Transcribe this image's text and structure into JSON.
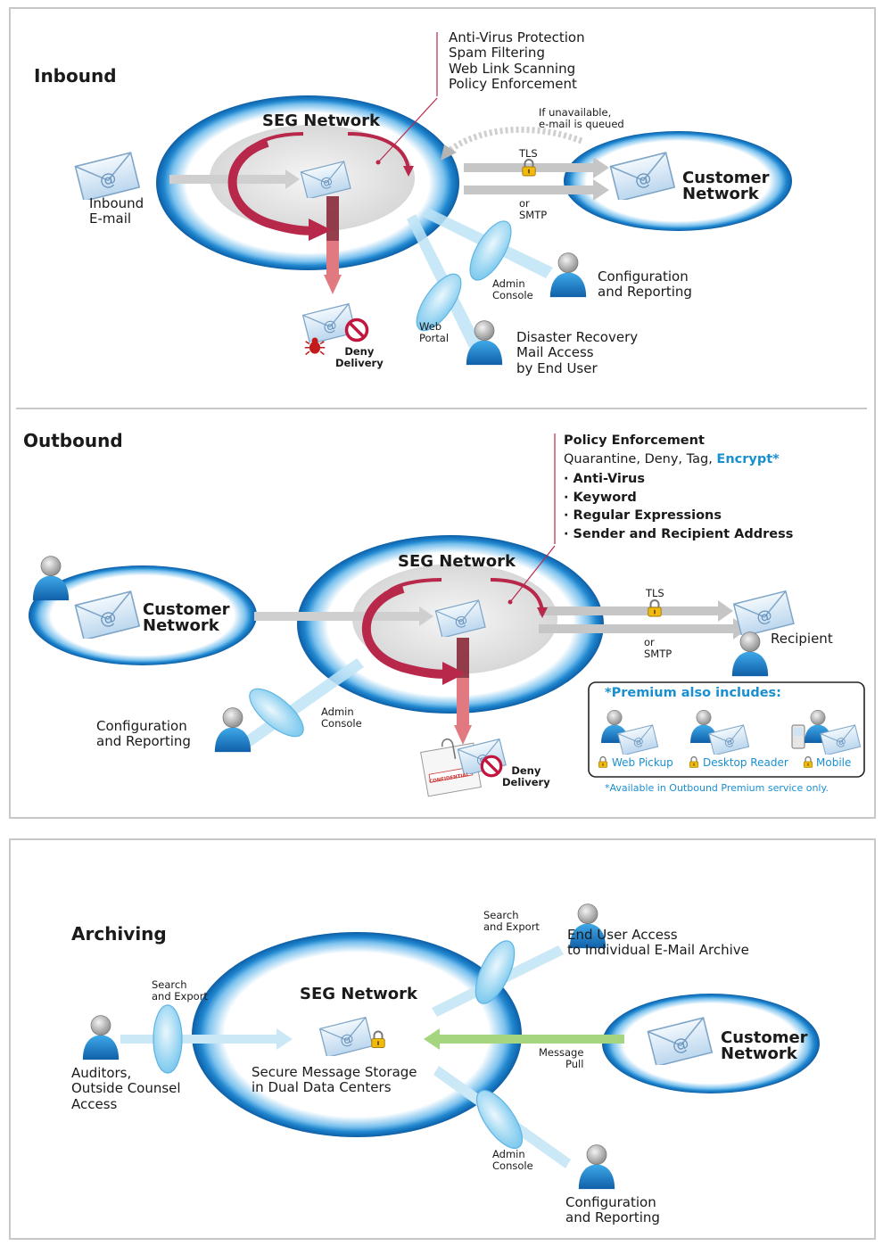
{
  "inbound": {
    "title": "Inbound",
    "network": "SEG Network",
    "features": [
      "Anti-Virus Protection",
      "Spam Filtering",
      "Web Link Scanning",
      "Policy Enforcement"
    ],
    "queued_note": "If unavailable,\ne-mail is queued",
    "tls": "TLS",
    "or_smtp": "or\nSMTP",
    "customer_network": "Customer\nNetwork",
    "inbound_email": "Inbound\nE-mail",
    "deny_delivery": "Deny\nDelivery",
    "admin_console": "Admin\nConsole",
    "web_portal": "Web\nPortal",
    "config_reporting": "Configuration\nand Reporting",
    "disaster_recovery": "Disaster Recovery\nMail Access\nby End User"
  },
  "outbound": {
    "title": "Outbound",
    "network": "SEG Network",
    "policy_title": "Policy Enforcement",
    "policy_actions": "Quarantine, Deny, Tag, ",
    "policy_encrypt": "Encrypt*",
    "policy_items": [
      "· Anti-Virus",
      "· Keyword",
      "· Regular Expressions",
      "· Sender and Recipient Address"
    ],
    "customer_network": "Customer\nNetwork",
    "tls": "TLS",
    "or_smtp": "or\nSMTP",
    "recipient": "Recipient",
    "deny_delivery": "Deny\nDelivery",
    "confidential": "CONFIDENTIAL",
    "admin_console": "Admin\nConsole",
    "config_reporting": "Configuration\nand Reporting",
    "premium_title": "*Premium also includes:",
    "premium_items": [
      "Web Pickup",
      "Desktop Reader",
      "Mobile"
    ],
    "premium_note": "*Available in Outbound Premium service only."
  },
  "archiving": {
    "title": "Archiving",
    "network": "SEG Network",
    "storage": "Secure Message Storage\nin Dual Data Centers",
    "search_export_left": "Search\nand Export",
    "search_export_top": "Search\nand Export",
    "auditors": "Auditors,\nOutside Counsel\nAccess",
    "end_user": "End User Access\nto Individual E-Mail Archive",
    "customer_network": "Customer\nNetwork",
    "message_pull": "Message\nPull",
    "admin_console": "Admin\nConsole",
    "config_reporting": "Configuration\nand Reporting"
  },
  "colors": {
    "ring_blue": "#2a8fd0",
    "red": "#b8284a",
    "arrow_gray": "#b9b9b9",
    "green": "#8cc665",
    "accent_blue": "#1a8fd0"
  }
}
